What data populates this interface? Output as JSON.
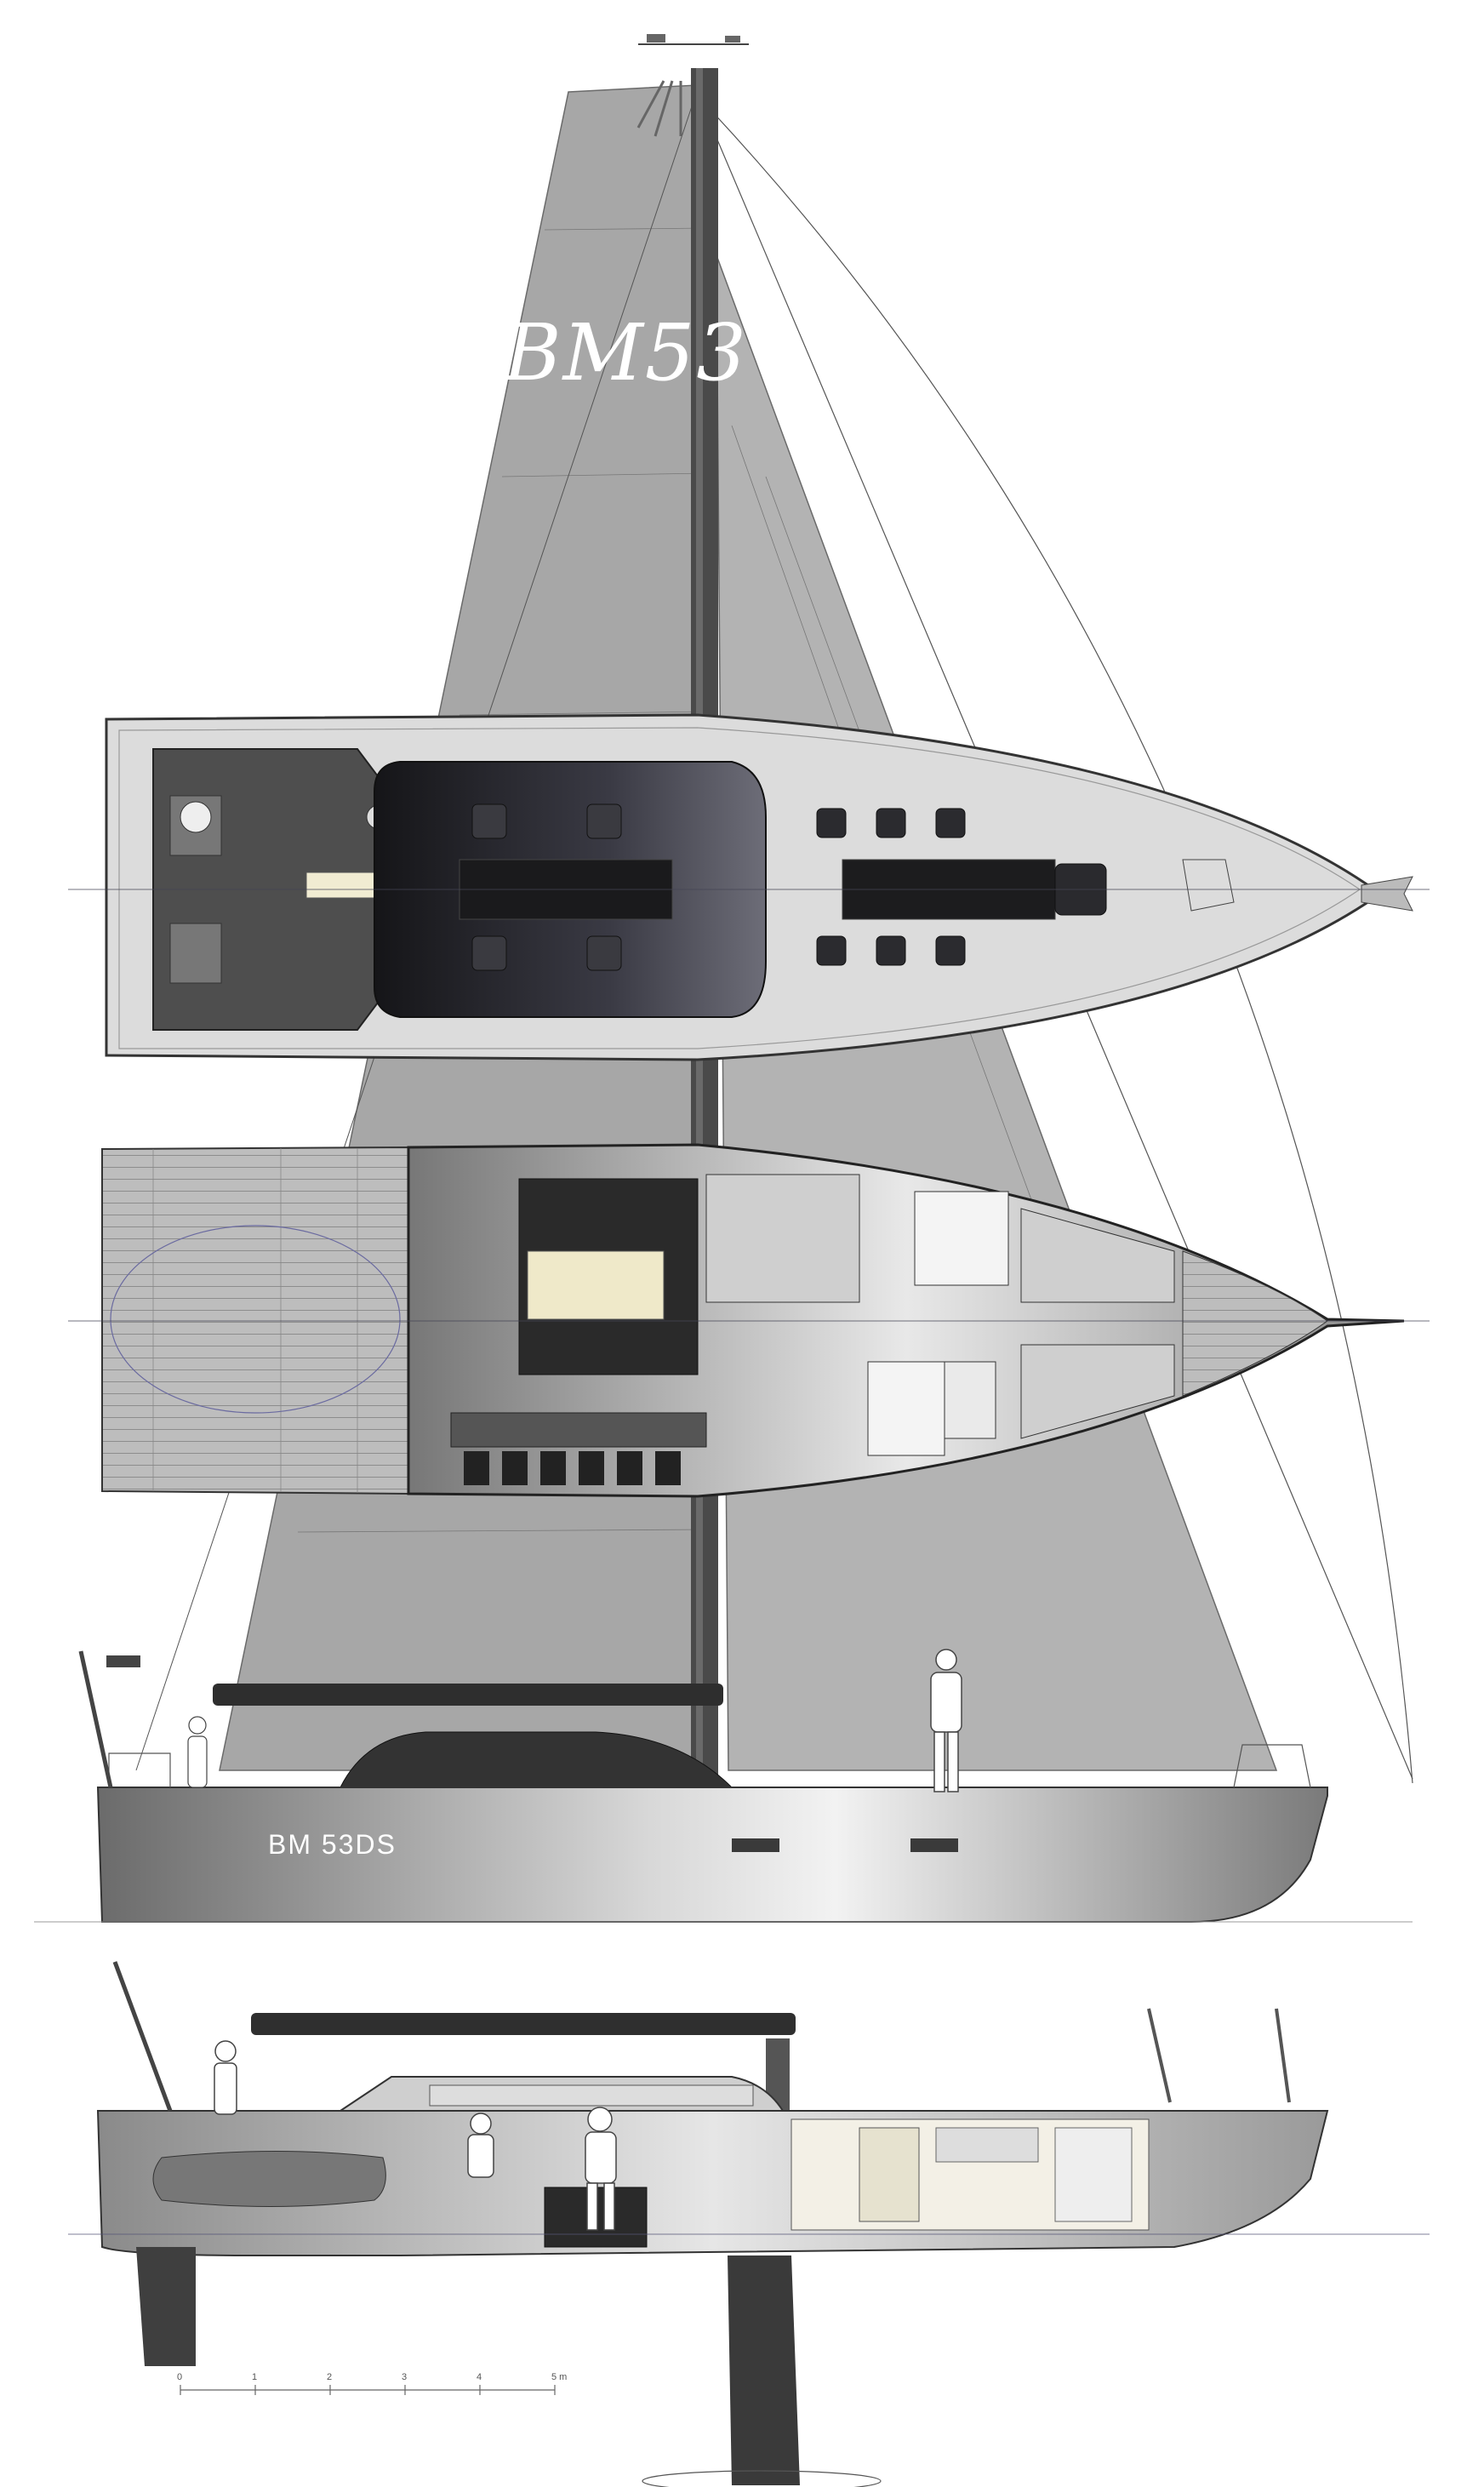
{
  "sail_brand": "BM53",
  "hull_name": "BM 53DS",
  "scale": {
    "labels": [
      "0",
      "1",
      "2",
      "3",
      "4",
      "5 m"
    ]
  },
  "colors": {
    "sail": "#a9a9a9",
    "deck": "#dedede",
    "hull_light": "#cfcfcf",
    "hull_dark": "#5c5c5c",
    "cabin_top": "#2e2e32",
    "line": "#3a3a3a"
  }
}
